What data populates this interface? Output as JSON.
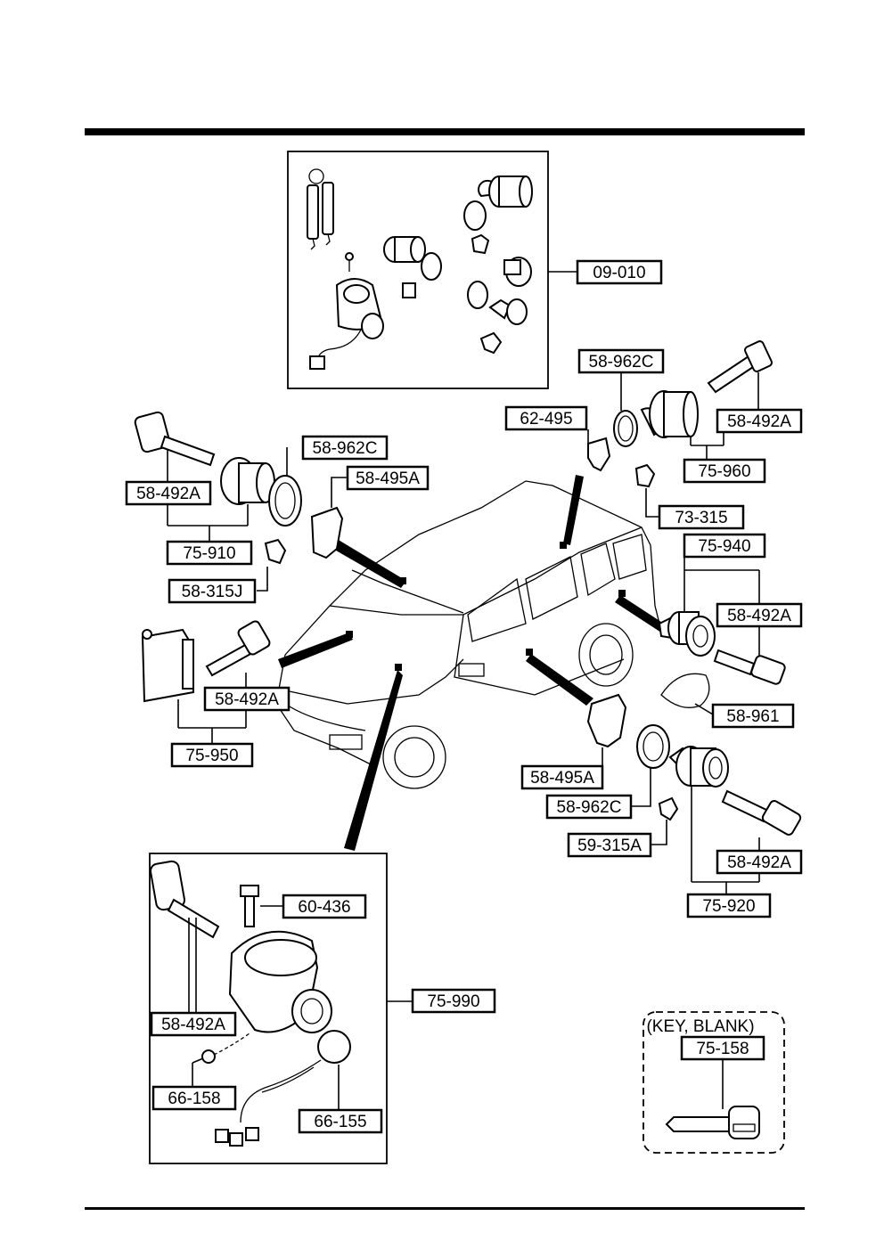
{
  "labels": {
    "kit_09_010": "09-010",
    "ring_top": "58-962C",
    "clip_62_495": "62-495",
    "key_top_right": "58-492A",
    "asm_75_960": "75-960",
    "part_73_315": "73-315",
    "asm_75_940": "75-940",
    "key_rear_right": "58-492A",
    "part_58_961": "58-961",
    "key_left": "58-492A",
    "ring_left": "58-962C",
    "clip_left": "58-495A",
    "asm_75_910": "75-910",
    "part_58_315j": "58-315J",
    "key_glove": "58-492A",
    "asm_75_950": "75-950",
    "clip_right": "58-495A",
    "ring_right": "58-962C",
    "part_59_315a": "59-315A",
    "key_right_door": "58-492A",
    "asm_75_920": "75-920",
    "bolt_60_436": "60-436",
    "asm_75_990": "75-990",
    "key_ignition": "58-492A",
    "part_66_158": "66-158",
    "part_66_155": "66-155",
    "key_blank_title": "(KEY, BLANK)",
    "key_blank_part": "75-158"
  }
}
